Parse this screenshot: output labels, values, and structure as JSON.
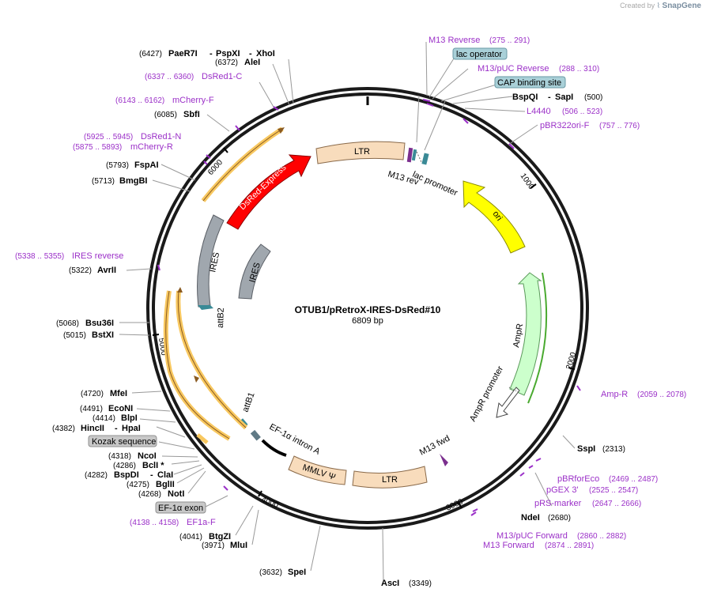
{
  "branding": {
    "created_by": "Created by",
    "product": "SnapGene"
  },
  "plasmid": {
    "name": "OTUB1/pRetroX-IRES-DsRed#10",
    "size": "6809 bp"
  },
  "ticks": [
    "1000",
    "2000",
    "3000",
    "4000",
    "5000",
    "6000"
  ],
  "enzymes": [
    {
      "pos": "(6427)",
      "name": "PaeR7I",
      "sep": "-",
      "name2": "PspXI",
      "name3": "XhoI"
    },
    {
      "pos": "(6372)",
      "name": "AleI"
    },
    {
      "pos": "(6085)",
      "name": "SbfI"
    },
    {
      "pos": "(5793)",
      "name": "FspAI"
    },
    {
      "pos": "(5713)",
      "name": "BmgBI"
    },
    {
      "pos": "(5322)",
      "name": "AvrII"
    },
    {
      "pos": "(5068)",
      "name": "Bsu36I"
    },
    {
      "pos": "(5015)",
      "name": "BstXI"
    },
    {
      "pos": "(4720)",
      "name": "MfeI"
    },
    {
      "pos": "(4491)",
      "name": "EcoNI"
    },
    {
      "pos": "(4414)",
      "name": "BlpI"
    },
    {
      "pos": "(4382)",
      "name": "HincII",
      "name2": "HpaI"
    },
    {
      "pos": "(4318)",
      "name": "NcoI"
    },
    {
      "pos": "(4286)",
      "name": "BclI *"
    },
    {
      "pos": "(4282)",
      "name": "BspDI",
      "name2": "ClaI"
    },
    {
      "pos": "(4275)",
      "name": "BglII"
    },
    {
      "pos": "(4268)",
      "name": "NotI"
    },
    {
      "pos": "(4041)",
      "name": "BtgZI"
    },
    {
      "pos": "(3971)",
      "name": "MluI"
    },
    {
      "pos": "(3632)",
      "name": "SpeI"
    },
    {
      "pos": "(3349)",
      "name": "AscI"
    },
    {
      "pos": "(2680)",
      "name": "NdeI"
    },
    {
      "pos": "(2313)",
      "name": "SspI"
    },
    {
      "pos": "(500)",
      "name": "BspQI",
      "name2": "SapI"
    }
  ],
  "primers": [
    {
      "name": "M13 Reverse",
      "range": "(275 .. 291)"
    },
    {
      "name": "M13/pUC Reverse",
      "range": "(288 .. 310)"
    },
    {
      "name": "L4440",
      "range": "(506 .. 523)"
    },
    {
      "name": "pBR322ori-F",
      "range": "(757 .. 776)"
    },
    {
      "name": "DsRed1-C",
      "range": "(6337 .. 6360)"
    },
    {
      "name": "mCherry-F",
      "range": "(6143 .. 6162)"
    },
    {
      "name": "DsRed1-N",
      "range": "(5925 .. 5945)"
    },
    {
      "name": "mCherry-R",
      "range": "(5875 .. 5893)"
    },
    {
      "name": "IRES reverse",
      "range": "(5338 .. 5355)"
    },
    {
      "name": "Amp-R",
      "range": "(2059 .. 2078)"
    },
    {
      "name": "pBRforEco",
      "range": "(2469 .. 2487)"
    },
    {
      "name": "pGEX 3'",
      "range": "(2525 .. 2547)"
    },
    {
      "name": "pRS-marker",
      "range": "(2647 .. 2666)"
    },
    {
      "name": "M13/pUC Forward",
      "range": "(2860 .. 2882)"
    },
    {
      "name": "M13 Forward",
      "range": "(2874 .. 2891)"
    },
    {
      "name": "EF1a-F",
      "range": "(4138 .. 4158)"
    }
  ],
  "boxed_labels": {
    "lac_operator": "lac operator",
    "cap_site": "CAP binding site",
    "kozak": "Kozak sequence",
    "ef1a_exon": "EF-1α exon"
  },
  "features": {
    "ltr_top": "LTR",
    "lac_promoter": "lac promoter",
    "m13_rev": "M13 rev",
    "ori": "ori",
    "ampr": "AmpR",
    "ampr_promoter": "AmpR promoter",
    "m13_fwd": "M13 fwd",
    "ltr_bottom": "LTR",
    "mmlv": "MMLV Ψ",
    "ef1a_intron": "EF-1α intron A",
    "attb1": "attB1",
    "attb2": "attB2",
    "ires_outer": "IRES",
    "ires_inner": "IRES",
    "dsred": "DsRed-Express"
  },
  "colors": {
    "backbone": "#1a1a1a",
    "primer": "#9b30c8",
    "ori": "#ffff00",
    "ampr": "#ccffcc",
    "ltr": "#f8dcbc",
    "dsred": "#ff0000",
    "ires": "#a0a7ae",
    "att": "#3a8a96",
    "orf_highlight": "#f8c860",
    "boxed_fill": "#a9d0d8",
    "gray_box": "#c8c8c8"
  }
}
